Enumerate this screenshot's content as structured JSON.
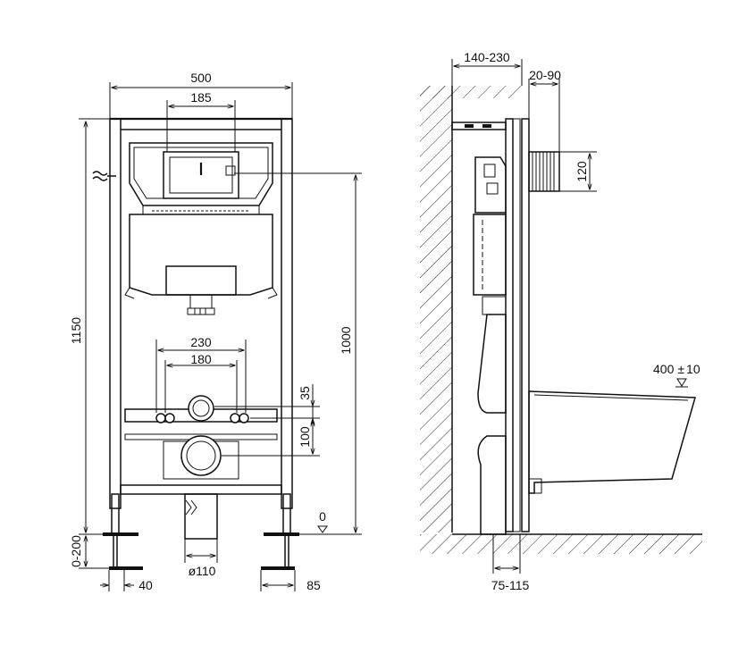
{
  "front_view": {
    "width_total": "500",
    "button_width": "185",
    "height_total": "1150",
    "inlet_height": "1000",
    "bolt_spacing_outer": "230",
    "bolt_spacing_inner": "180",
    "drain_offset_upper": "35",
    "drain_offset_lower": "100",
    "floor_level": "0",
    "leg_adjust": "0-200",
    "foot_left": "40",
    "foot_right": "85",
    "drain_diameter": "ø110"
  },
  "side_view": {
    "depth_range": "140-230",
    "panel_range": "20-90",
    "button_height": "120",
    "bowl_height": "400",
    "bowl_tolerance": "10",
    "outlet_range": "75-115"
  }
}
